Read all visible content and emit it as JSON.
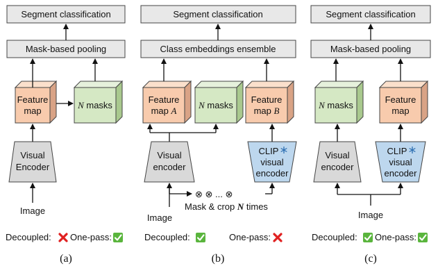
{
  "panels": [
    {
      "caption": "(a)",
      "top": "Segment classification",
      "pool": "Mask-based pooling",
      "feature_l1": "Feature",
      "feature_l2": "map",
      "masks_n": "N",
      "masks_rest": " masks",
      "encoder_l1": "Visual",
      "encoder_l2": "Encoder",
      "input": "Image",
      "decoupled_label": "Decoupled:",
      "decoupled": "no",
      "onepass_label": "One-pass:",
      "onepass": "yes"
    },
    {
      "caption": "(b)",
      "top": "Segment classification",
      "pool": "Class embeddings ensemble",
      "featA_l1": "Feature",
      "featA_l2": "map ",
      "featA_sym": "A",
      "masks_n": "N",
      "masks_rest": " masks",
      "featB_l1": "Feature",
      "featB_l2": "map ",
      "featB_sym": "B",
      "encoder_l1": "Visual",
      "encoder_l2": "encoder",
      "clip_l1": "CLIP",
      "clip_l2": "visual",
      "clip_l3": "encoder",
      "ops": "⊗ ⊗ ... ⊗",
      "mask_crop_pre": "Mask & crop ",
      "mask_crop_n": "N",
      "mask_crop_post": " times",
      "input": "Image",
      "decoupled_label": "Decoupled:",
      "decoupled": "yes",
      "onepass_label": "One-pass:",
      "onepass": "no"
    },
    {
      "caption": "(c)",
      "top": "Segment classification",
      "pool": "Mask-based pooling",
      "masks_n": "N",
      "masks_rest": " masks",
      "feature_l1": "Feature",
      "feature_l2": "map",
      "encoder_l1": "Visual",
      "encoder_l2": "encoder",
      "clip_l1": "CLIP",
      "clip_l2": "visual",
      "clip_l3": "encoder",
      "input": "Image",
      "decoupled_label": "Decoupled:",
      "decoupled": "yes",
      "onepass_label": "One-pass:",
      "onepass": "yes"
    }
  ],
  "icons": {
    "yes": "check-mark-icon",
    "no": "cross-mark-icon",
    "frozen": "snowflake-icon"
  },
  "colors": {
    "feature": "#f8cbad",
    "feature_side": "#d9a386",
    "masks": "#d5e8c4",
    "masks_side": "#a9c98e",
    "encoder": "#d9d9d9",
    "clip": "#bdd7ee",
    "check": "#5ab53d",
    "cross": "#e02020"
  }
}
